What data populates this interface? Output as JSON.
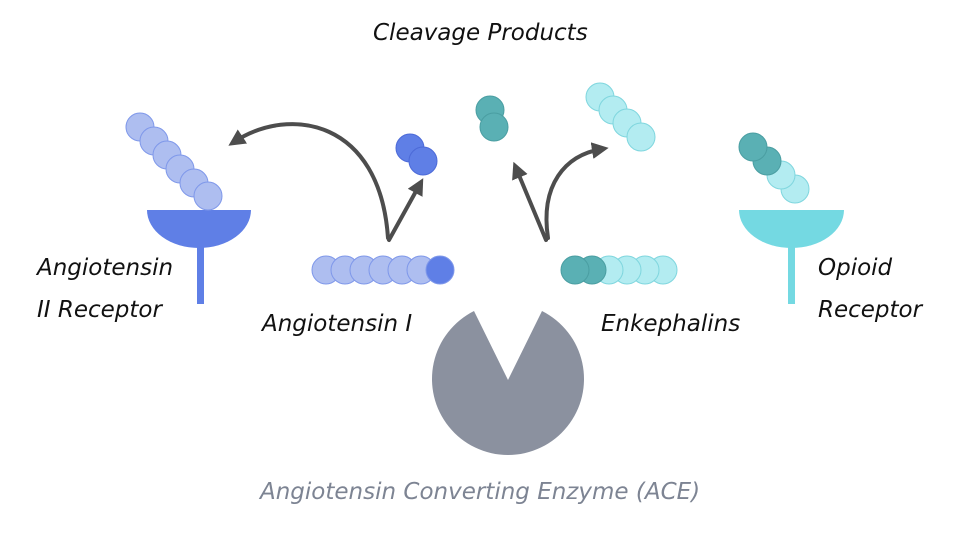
{
  "labels": {
    "cleavage_products": "Cleavage Products",
    "at2_receptor_line1": "Angiotensin",
    "at2_receptor_line2": "II Receptor",
    "angiotensin_1": "Angiotensin I",
    "enkephalins": "Enkephalins",
    "opioid_receptor_line1": "Opioid",
    "opioid_receptor_line2": "Receptor",
    "ace": "Angiotensin Converting Enzyme (ACE)"
  },
  "colors": {
    "light_blue": "#aebef0",
    "blue": "#5f7fe6",
    "light_cyan": "#b3ecf1",
    "teal": "#5ab0b4",
    "receptor_cyan": "#74d9e2",
    "enzyme_gray": "#8b919f",
    "arrow_gray": "#4d4d4d"
  }
}
